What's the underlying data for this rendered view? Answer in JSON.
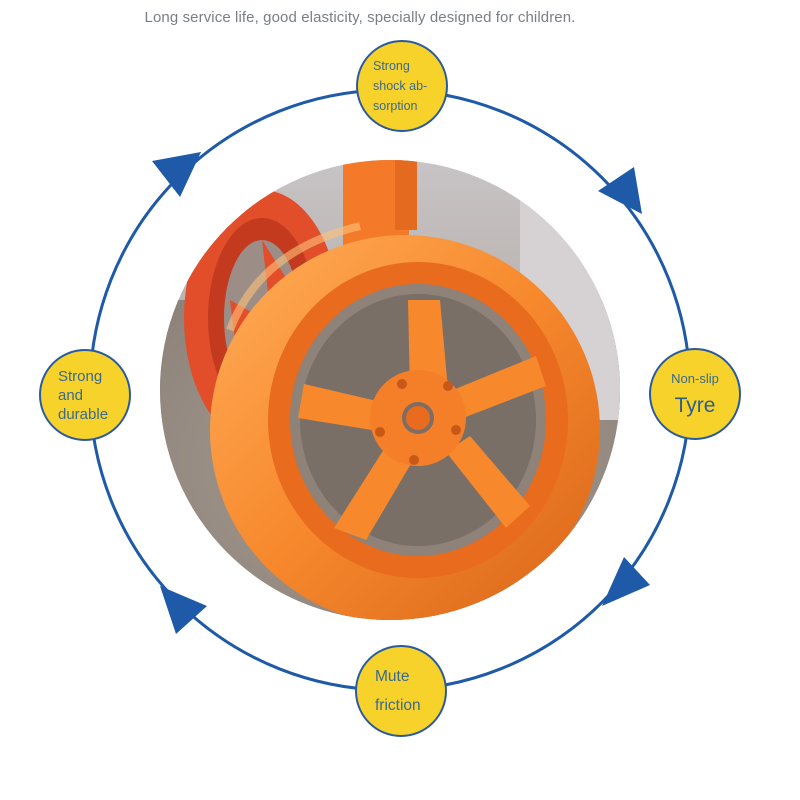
{
  "headline": "Long service life, good elasticity, specially designed for children.",
  "colors": {
    "ring": "#1e5aa8",
    "badge_fill": "#f7d22b",
    "badge_text": "#3a6a8c",
    "wheel_orange": "#f78a2f"
  },
  "features": {
    "top": {
      "lines": [
        "Strong",
        "shock ab-",
        "sorption"
      ]
    },
    "left": {
      "lines": [
        "Strong",
        "and",
        "durable"
      ]
    },
    "right": {
      "small": "Non-slip",
      "large": "Tyre"
    },
    "bottom": {
      "lines": [
        "Mute",
        "friction"
      ]
    }
  },
  "photo": {
    "subject": "orange-wheel-photo"
  }
}
